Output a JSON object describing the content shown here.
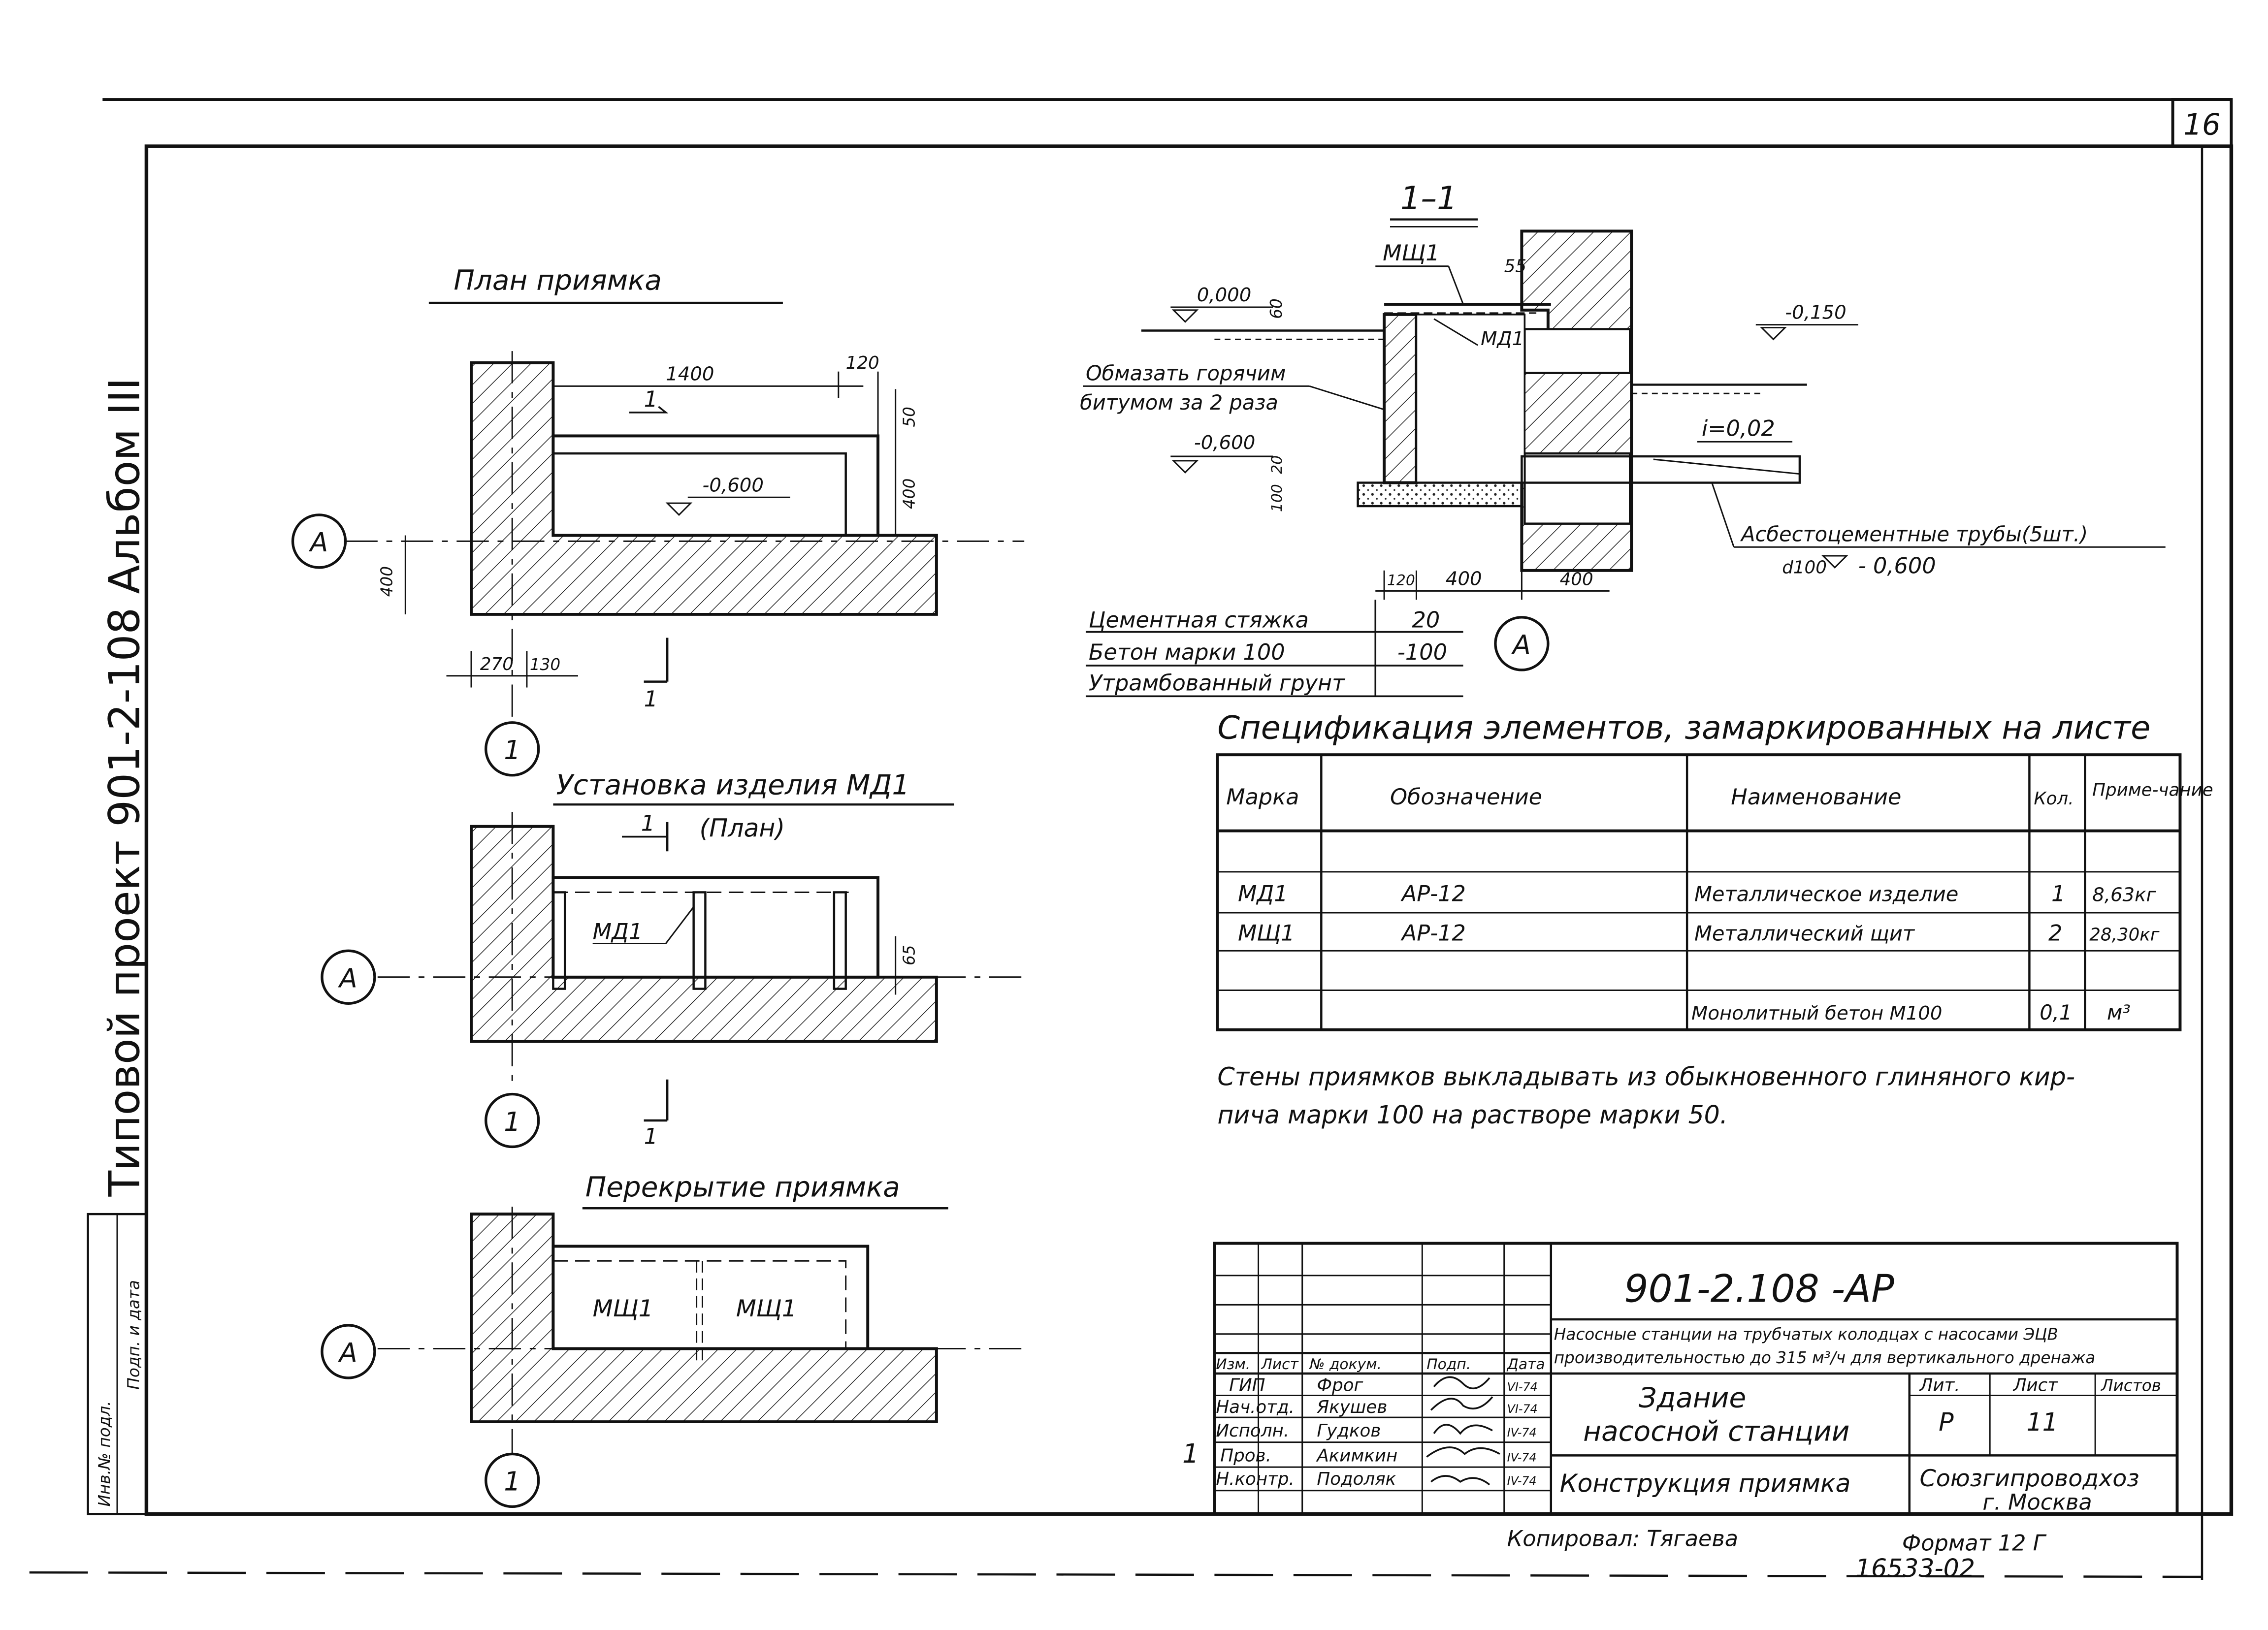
{
  "sheet": {
    "number": "16",
    "side_title": "Типовой проект 901-2-108 Альбом III",
    "side_stamp_labels": [
      "Инв.№ подл.",
      "Подп. и дата"
    ]
  },
  "views": {
    "plan": {
      "title": "План приямка",
      "dims": [
        "1400",
        "120",
        "50",
        "400",
        "400",
        "270",
        "130"
      ],
      "level": "-0,600",
      "axis_letter": "А",
      "axis_number": "1",
      "cut_mark": "1"
    },
    "install": {
      "title": "Установка изделия МД1",
      "subtitle": "(План)",
      "cut_mark": "1",
      "label": "МД1",
      "dim": "65",
      "axis_letter": "А",
      "axis_number": "1"
    },
    "cover": {
      "title": "Перекрытие приямка",
      "labels": [
        "МЩ1",
        "МЩ1"
      ],
      "axis_letter": "А",
      "axis_number": "1"
    }
  },
  "section": {
    "title": "1–1",
    "labels": {
      "mshch": "МЩ1",
      "md": "МД1",
      "dim55": "55",
      "dim60": "60",
      "lvl0": "0,000",
      "lvl150": "-0,150",
      "lvl600": "-0,600",
      "dim20": "20",
      "dim100": "100",
      "slope": "i=0,02",
      "bitumen1": "Обмазать горячим",
      "bitumen2": "битумом за 2 раза",
      "pipes1": "Асбестоцементные трубы(5шт.)",
      "pipes2": "d100",
      "pipes_level": "- 0,600",
      "dim120": "120",
      "dim400a": "400",
      "dim400b": "400",
      "axis": "А"
    },
    "layers": [
      {
        "name": "Цементная стяжка",
        "value": "20"
      },
      {
        "name": "Бетон марки 100",
        "value": "-100"
      },
      {
        "name": "Утрамбованный грунт",
        "value": ""
      }
    ]
  },
  "spec": {
    "title": "Спецификация элементов, замаркированных на листе",
    "headers": [
      "Марка",
      "Обозначение",
      "Наименование",
      "Кол.",
      "Приме-\nчание"
    ],
    "rows": [
      [
        "",
        "",
        "",
        "",
        ""
      ],
      [
        "МД1",
        "АР-12",
        "Металлическое изделие",
        "1",
        "8,63кг"
      ],
      [
        "МЩ1",
        "АР-12",
        "Металлический щит",
        "2",
        "28,30кг"
      ],
      [
        "",
        "",
        "",
        "",
        ""
      ],
      [
        "",
        "",
        "Монолитный бетон М100",
        "0,1",
        "м³"
      ]
    ]
  },
  "note": {
    "line1": "Стены приямков выкладывать из обыкновенного глиняного кир-",
    "line2": "пича марки 100 на растворе марки 50."
  },
  "stamp": {
    "code": "901-2.108  -АР",
    "project_line1": "Насосные станции на трубчатых колодцах с насосами ЭЦВ",
    "project_line2": "производительностью до 315 м³/ч для вертикального дренажа",
    "building_line1": "Здание",
    "building_line2": "насосной станции",
    "sheet_title": "Конструкция приямка",
    "org_line1": "Союзгипроводхоз",
    "org_line2": "г. Москва",
    "col_headers": [
      "Изм.",
      "Лист",
      "№ докум.",
      "Подп.",
      "Дата"
    ],
    "lit_headers": [
      "Лит.",
      "Лист",
      "Листов"
    ],
    "lit_values": [
      "Р",
      "11",
      ""
    ],
    "people": [
      {
        "role": "ГИП",
        "name": "Фрог",
        "date": "VI-74"
      },
      {
        "role": "Нач.отд.",
        "name": "Якушев",
        "date": "VI-74"
      },
      {
        "role": "Исполн.",
        "name": "Гудков",
        "date": "IV-74"
      },
      {
        "role": "Пров.",
        "name": "Акимкин",
        "date": "IV-74"
      },
      {
        "role": "Н.контр.",
        "name": "Подоляк",
        "date": "IV-74"
      }
    ],
    "left_mark": "1",
    "copied": "Копировал: Тягаева",
    "format": "Формат 12 Г",
    "inv": "16533-02"
  }
}
